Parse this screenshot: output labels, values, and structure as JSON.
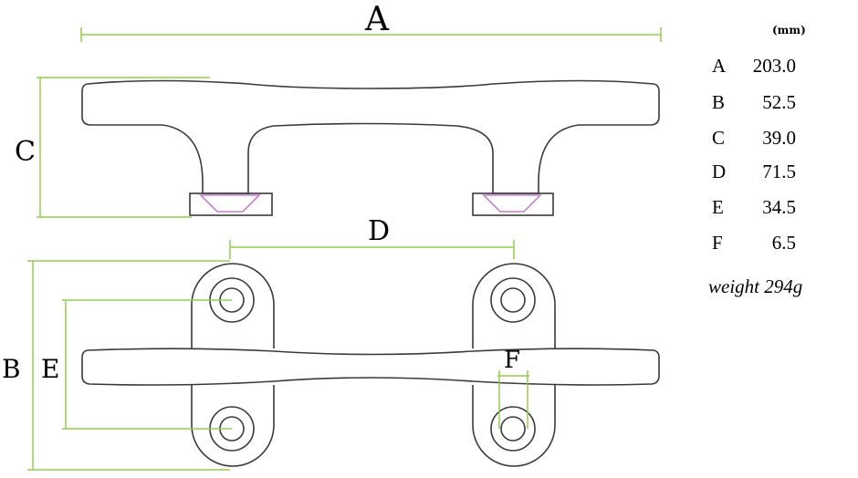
{
  "diagram": {
    "labels": {
      "a": "A",
      "b": "B",
      "c": "C",
      "d": "D",
      "e": "E",
      "f": "F"
    }
  },
  "specs": {
    "unit": "(mm)",
    "rows": [
      {
        "letter": "A",
        "value": "203.0"
      },
      {
        "letter": "B",
        "value": "52.5"
      },
      {
        "letter": "C",
        "value": "39.0"
      },
      {
        "letter": "D",
        "value": "71.5"
      },
      {
        "letter": "E",
        "value": "34.5"
      },
      {
        "letter": "F",
        "value": "6.5"
      }
    ],
    "weight": "weight 294g"
  },
  "colors": {
    "outline": "#3a3a3a",
    "dimension": "#8fd04a",
    "slot": "#c97fd6"
  }
}
